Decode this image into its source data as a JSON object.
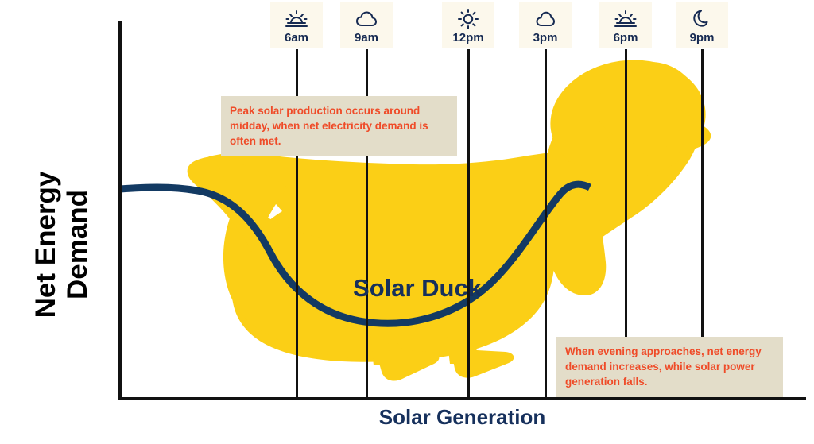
{
  "chart_data": {
    "type": "area",
    "title": "Solar Duck",
    "xlabel": "Solar Generation",
    "ylabel": "Net Energy Demand",
    "grid": true,
    "legend": "none",
    "x_tick_labels": [
      "6am",
      "9am",
      "12pm",
      "3pm",
      "6pm",
      "9pm"
    ],
    "x_tick_icons": [
      "sunrise-icon",
      "cloud-icon",
      "sun-icon",
      "cloud-icon",
      "sunset-icon",
      "moon-icon"
    ],
    "series": [
      {
        "name": "Net Energy Demand (duck curve)",
        "color": "#133a63",
        "description": "Flat in early morning, dips to a midday minimum as solar generation peaks, then ramps steeply upward into the evening.",
        "points": [
          {
            "x": "midnight",
            "y": 0.58
          },
          {
            "x": "3am",
            "y": 0.57
          },
          {
            "x": "6am",
            "y": 0.5
          },
          {
            "x": "9am",
            "y": 0.27
          },
          {
            "x": "12pm",
            "y": 0.17
          },
          {
            "x": "2pm",
            "y": 0.16
          },
          {
            "x": "3pm",
            "y": 0.22
          },
          {
            "x": "5pm",
            "y": 0.45
          },
          {
            "x": "6pm",
            "y": 0.58
          }
        ]
      },
      {
        "name": "Solar Duck silhouette",
        "color": "#fbcf16",
        "description": "Stylised yellow duck whose back traces the net demand curve."
      }
    ],
    "annotations": [
      {
        "id": "peak-solar",
        "text": "Peak solar production occurs around midday, when net electricity demand is often met.",
        "position": "upper-left"
      },
      {
        "id": "evening-ramp",
        "text": "When evening approaches, net energy demand increases, while solar power generation falls.",
        "position": "lower-right"
      }
    ]
  },
  "axes": {
    "y_title": "Net Energy Demand",
    "x_title": "Solar Generation"
  },
  "timeline": {
    "ticks": [
      {
        "label": "6am",
        "icon": "sunrise-icon"
      },
      {
        "label": "9am",
        "icon": "cloud-icon"
      },
      {
        "label": "12pm",
        "icon": "sun-icon"
      },
      {
        "label": "3pm",
        "icon": "cloud-icon"
      },
      {
        "label": "6pm",
        "icon": "sunset-icon"
      },
      {
        "label": "9pm",
        "icon": "moon-icon"
      }
    ]
  },
  "annotations": {
    "peak_solar": {
      "line1": "Peak solar production occurs around",
      "line2": "midday, when net electricity demand is",
      "line3": "often met."
    },
    "evening_ramp": {
      "line1": "When evening approaches, net energy",
      "line2": "demand increases, while solar power",
      "line3": "generation falls."
    }
  },
  "labels": {
    "duck": "Solar Duck"
  },
  "colors": {
    "duck_yellow": "#fbcf16",
    "curve_navy": "#133a63",
    "annotation_bg": "#e3ddc9",
    "annotation_text": "#ef4b28",
    "chip_bg": "#fcf8ec",
    "axis_black": "#111111",
    "axis_title_navy": "#16305c"
  }
}
